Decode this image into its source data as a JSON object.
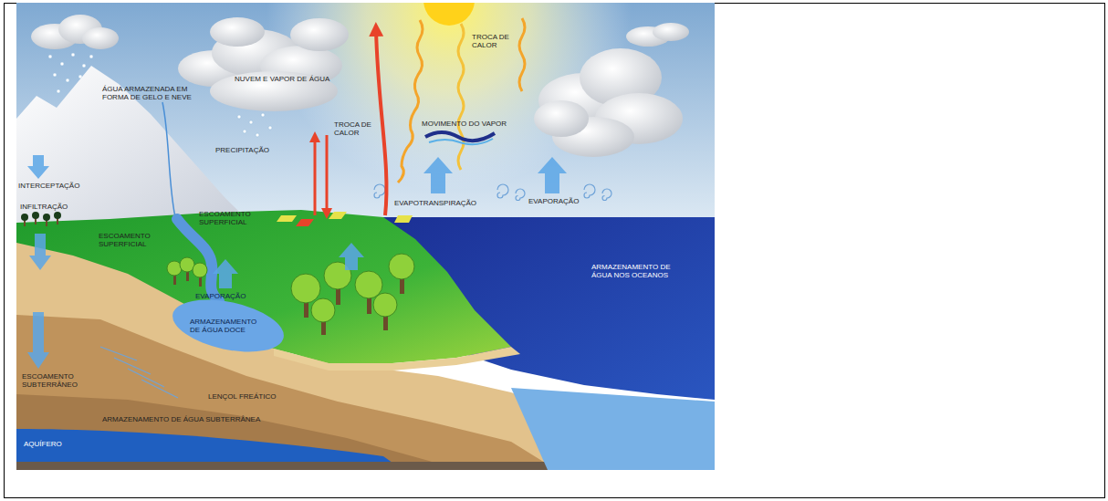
{
  "diagram": {
    "labels": [
      "ÁGUA ARMAZENADA EM FORMA DE GELO E NEVE",
      "NUVEM E VAPOR DE ÁGUA",
      "TROCA DE CALOR",
      "TROCA DE CALOR",
      "MOVIMENTO DO VAPOR",
      "PRECIPITAÇÃO",
      "INTERCEPTAÇÃO",
      "INFILTRAÇÃO",
      "ESCOAMENTO SUPERFICIAL",
      "ESCOAMENTO SUPERFICIAL",
      "EVAPOTRANSPIRAÇÃO",
      "EVAPORAÇÃO",
      "EVAPORAÇÃO",
      "ARMAZENAMENTO DE ÁGUA NOS OCEANOS",
      "ARMAZENAMENTO DE ÁGUA DOCE",
      "ESCOAMENTO SUBTERRÂNEO",
      "LENÇOL FREÁTICO",
      "ARMAZENAMENTO DE ÁGUA SUBTERRÂNEA",
      "AQUÍFERO"
    ]
  }
}
